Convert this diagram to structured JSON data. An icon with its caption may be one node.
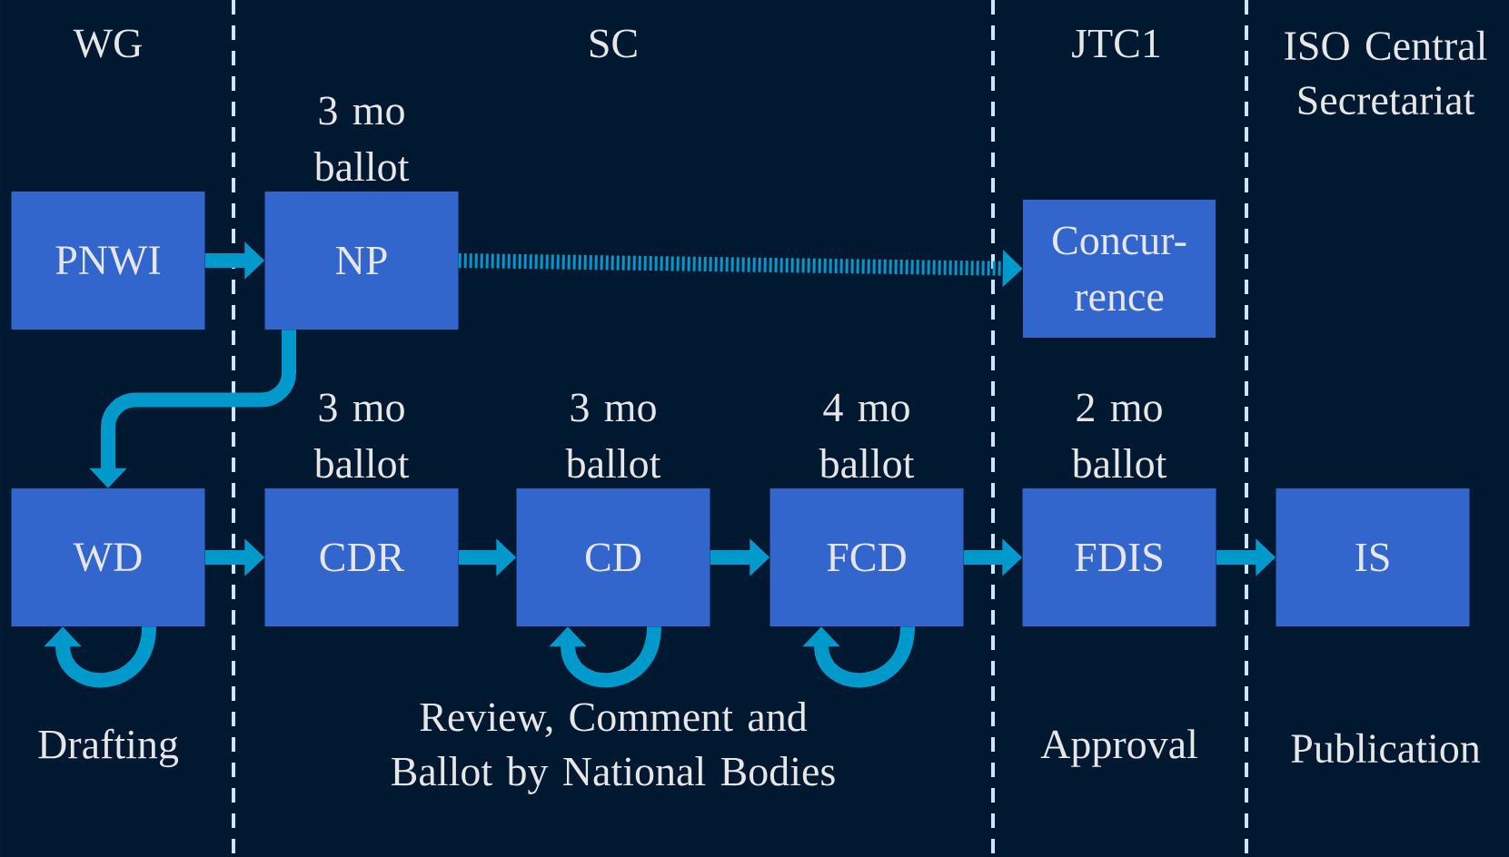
{
  "diagram": {
    "nodes": [
      {
        "text": [
          "PNWI"
        ]
      },
      {
        "text": [
          "NP"
        ],
        "beside": [
          "3 mo ballot"
        ]
      },
      {
        "text": [
          "Concur- rence"
        ]
      },
      {
        "text": [
          "WD"
        ]
      },
      {
        "text": [
          "CDR"
        ],
        "beside": [
          "3 mo ballot"
        ]
      },
      {
        "text": [
          "CD"
        ],
        "beside": [
          "3 mo ballot"
        ]
      },
      {
        "text": [
          "FCD"
        ],
        "beside": [
          "4 mo ballot"
        ]
      },
      {
        "text": [
          "FDIS"
        ],
        "beside": [
          "2 mo ballot"
        ]
      },
      {
        "text": [
          "IS"
        ]
      }
    ],
    "edges": [
      {
        "from": 0,
        "to": 1,
        "arrow": "to"
      },
      {
        "from": 1,
        "to": 2,
        "arrow": "to",
        "style": "dashed"
      },
      {
        "from": 1,
        "to": 3,
        "arrow": "to"
      },
      {
        "from": 3,
        "to": 3,
        "arrow": "to"
      },
      {
        "from": 3,
        "to": 4,
        "arrow": "to"
      },
      {
        "from": 4,
        "to": 5,
        "arrow": "to"
      },
      {
        "from": 5,
        "to": 5,
        "arrow": "to"
      },
      {
        "from": 5,
        "to": 6,
        "arrow": "to"
      },
      {
        "from": 6,
        "to": 6,
        "arrow": "to"
      },
      {
        "from": 6,
        "to": 7,
        "arrow": "to"
      },
      {
        "from": 7,
        "to": 8,
        "arrow": "to"
      }
    ],
    "labels": [
      "WG",
      "SC",
      "JTC1",
      "ISO Central Secretariat",
      "Drafting",
      "Review, Comment and Ballot by National Bodies",
      "Approval",
      "Publication"
    ]
  }
}
